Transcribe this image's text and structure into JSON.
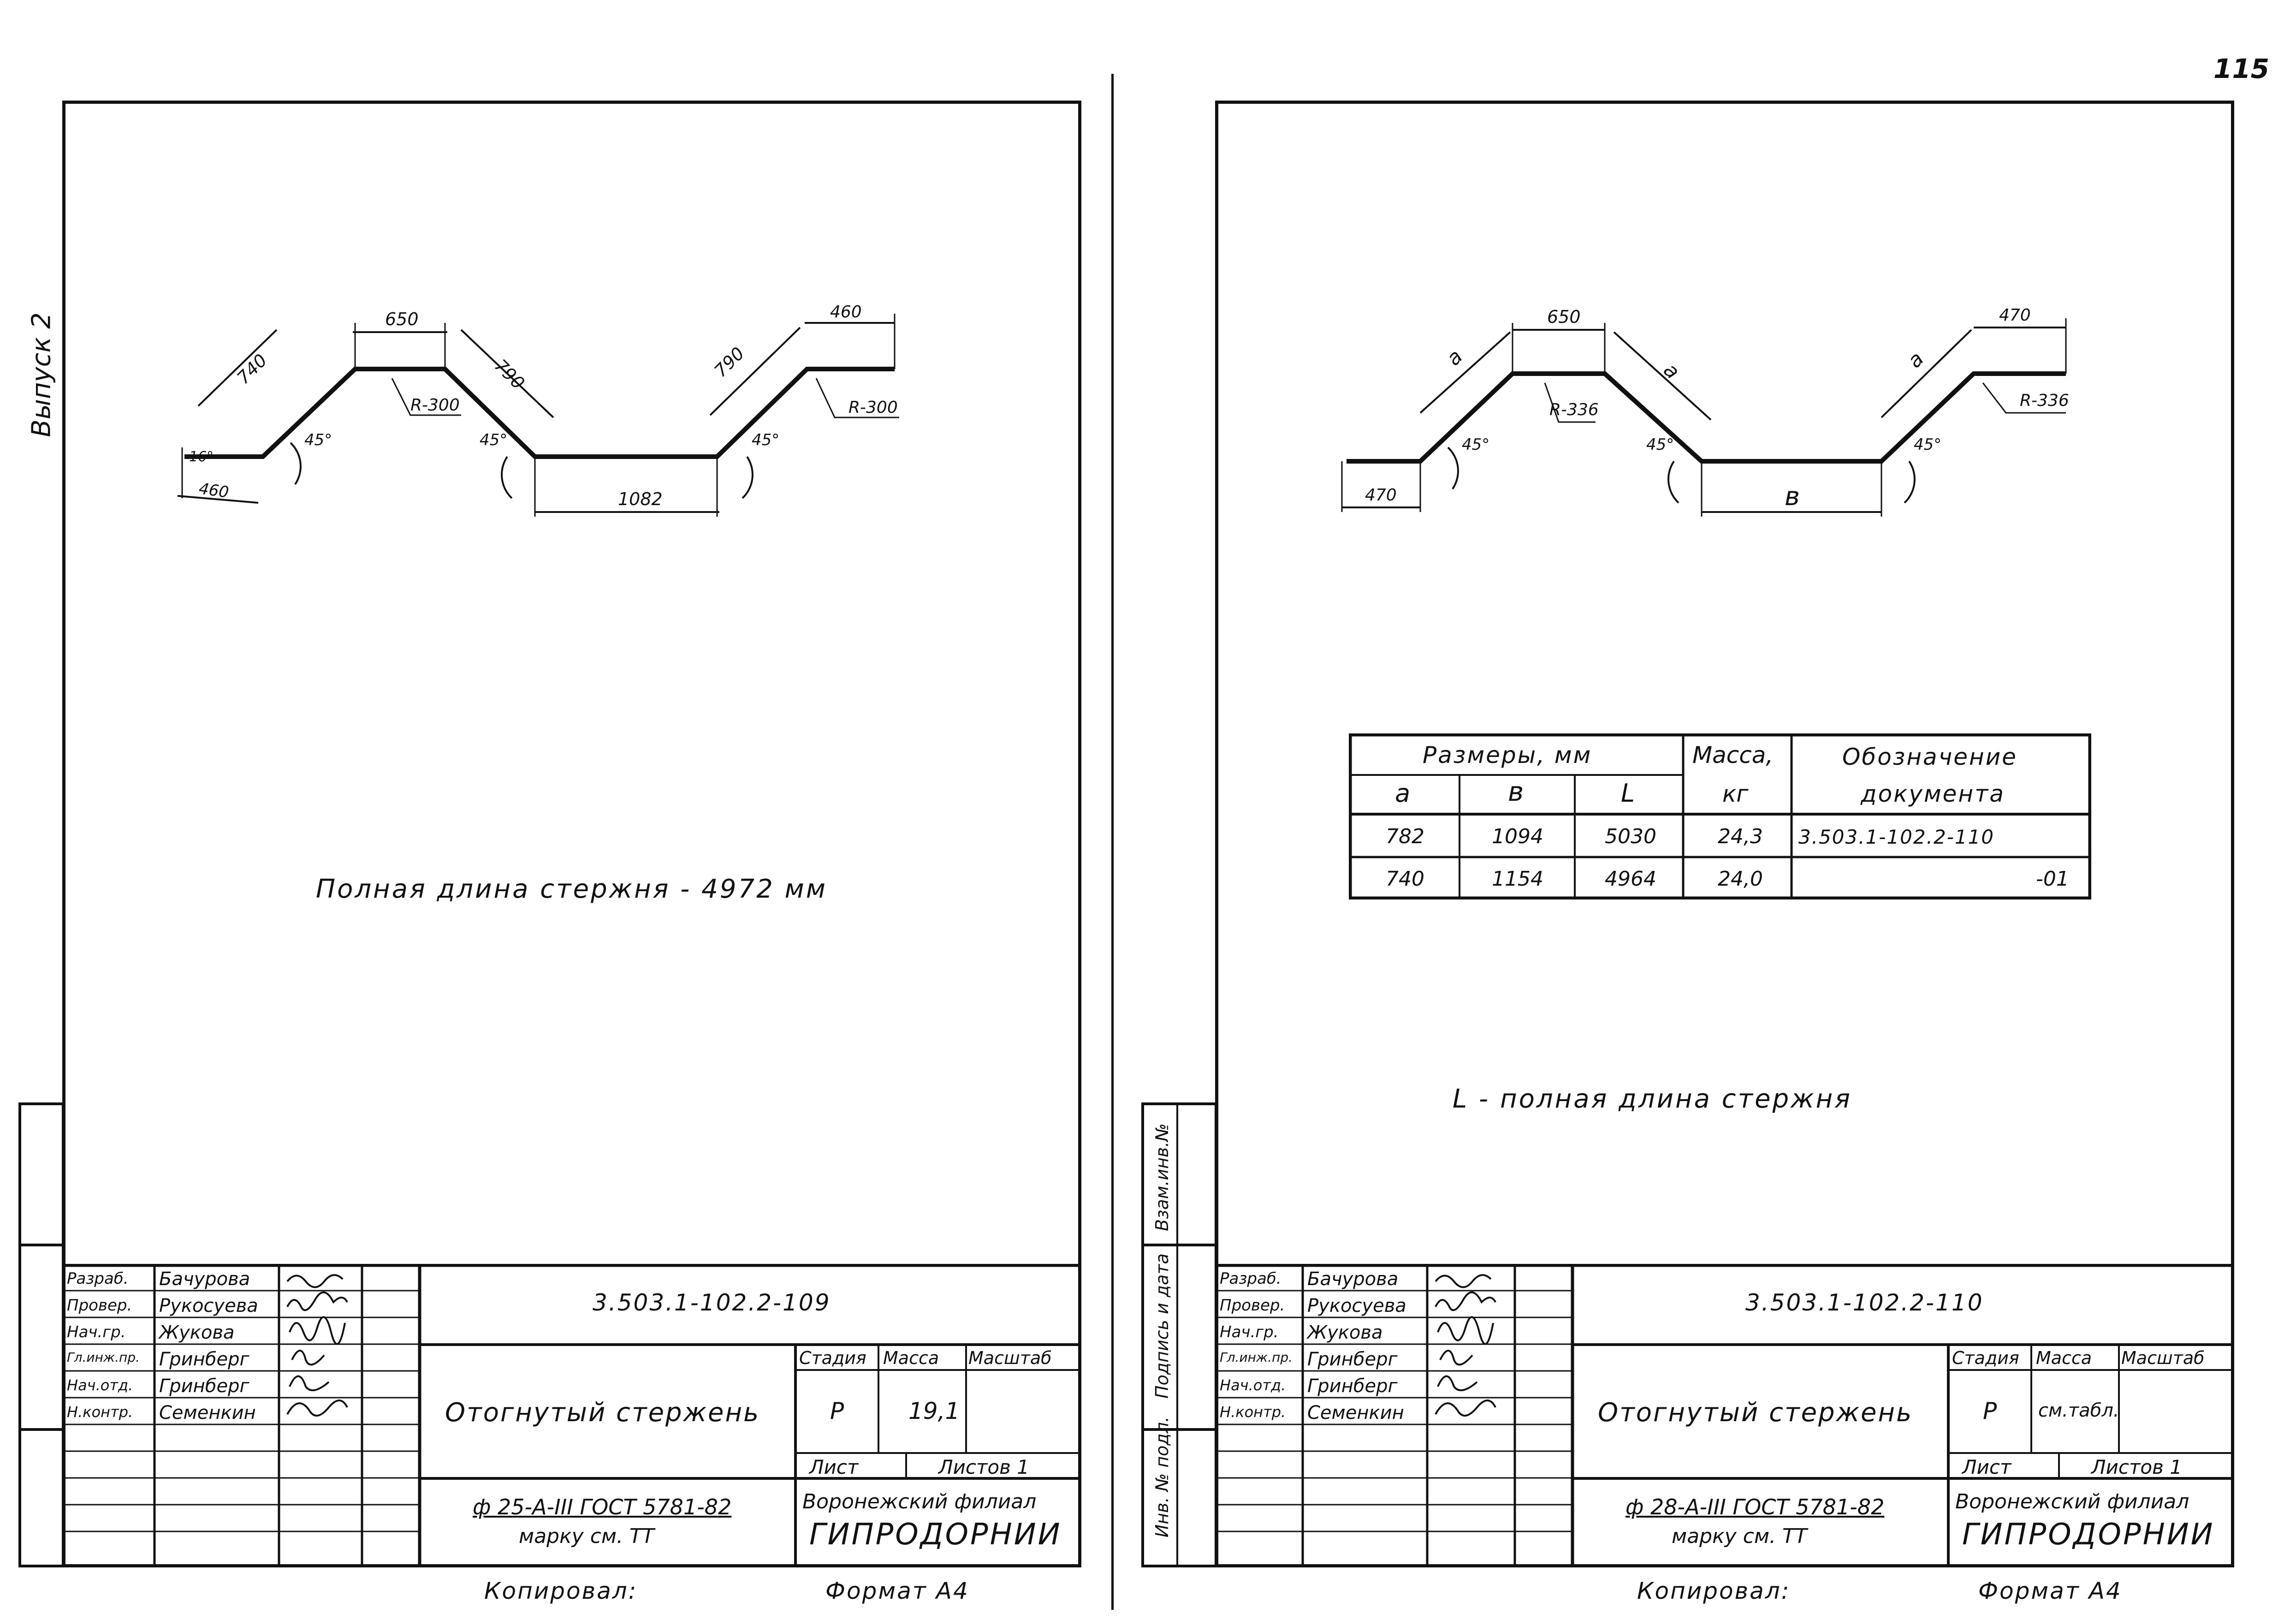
{
  "page_number": "115",
  "side_margin_label": "Выпуск 2",
  "left_sheet": {
    "drawing": {
      "dims": {
        "d_740": "740",
        "d_650": "650",
        "d_790a": "790",
        "d_790b": "790",
        "d_460a": "460",
        "d_460b": "460",
        "d_1082": "1082",
        "r1": "R-300",
        "r2": "R-300",
        "ang1": "45°",
        "ang2": "45°",
        "ang3": "45°",
        "ang16": "16°"
      }
    },
    "note": "Полная длина стержня - 4972 мм",
    "titleblock": {
      "roles": [
        "Разраб.",
        "Провер.",
        "Нач.гр.",
        "Гл.инж.пр.",
        "Нач.отд.",
        "Н.контр."
      ],
      "names": [
        "Бачурова",
        "Рукосуева",
        "Жукова",
        "Гринберг",
        "Гринберг",
        "Семенкин"
      ],
      "doc_code": "3.503.1-102.2-109",
      "title": "Отогнутый стержень",
      "stage_label": "Стадия",
      "mass_label": "Масса",
      "scale_label": "Масштаб",
      "stage": "Р",
      "mass": "19,1",
      "sheet_label": "Лист",
      "sheets_label": "Листов 1",
      "material": "ф 25-А-III ГОСТ 5781-82",
      "material_note": "марку см. ТТ",
      "org_line1": "Воронежский филиал",
      "org_line2": "ГИПРОДОРНИИ"
    },
    "copied": "Копировал:",
    "format": "Формат А4"
  },
  "right_sheet": {
    "drawing": {
      "dims": {
        "d_a1": "а",
        "d_650": "650",
        "d_a2": "а",
        "d_a3": "а",
        "d_470a": "470",
        "d_470b": "470",
        "d_b": "в",
        "r1": "R-336",
        "r2": "R-336",
        "ang1": "45°",
        "ang2": "45°",
        "ang3": "45°"
      }
    },
    "table": {
      "h_sizes": "Размеры, мм",
      "h_mass": "Масса,",
      "h_mass_unit": "кг",
      "h_doc": "Обозначение",
      "h_doc2": "документа",
      "h_a": "а",
      "h_b": "в",
      "h_L": "L",
      "rows": [
        {
          "a": "782",
          "b": "1094",
          "L": "5030",
          "mass": "24,3",
          "doc": "3.503.1-102.2-110"
        },
        {
          "a": "740",
          "b": "1154",
          "L": "4964",
          "mass": "24,0",
          "doc": "-01"
        }
      ]
    },
    "note": "L - полная длина стержня",
    "side_labels": [
      "Инв. № подл.",
      "Подпись и дата",
      "Взам.инв.№"
    ],
    "titleblock": {
      "roles": [
        "Разраб.",
        "Провер.",
        "Нач.гр.",
        "Гл.инж.пр.",
        "Нач.отд.",
        "Н.контр."
      ],
      "names": [
        "Бачурова",
        "Рукосуева",
        "Жукова",
        "Гринберг",
        "Гринберг",
        "Семенкин"
      ],
      "doc_code": "3.503.1-102.2-110",
      "title": "Отогнутый стержень",
      "stage_label": "Стадия",
      "mass_label": "Масса",
      "scale_label": "Масштаб",
      "stage": "Р",
      "mass": "см.табл.",
      "sheet_label": "Лист",
      "sheets_label": "Листов 1",
      "material": "ф 28-А-III ГОСТ 5781-82",
      "material_note": "марку см. ТТ",
      "org_line1": "Воронежский филиал",
      "org_line2": "ГИПРОДОРНИИ"
    },
    "copied": "Копировал:",
    "format": "Формат А4"
  }
}
